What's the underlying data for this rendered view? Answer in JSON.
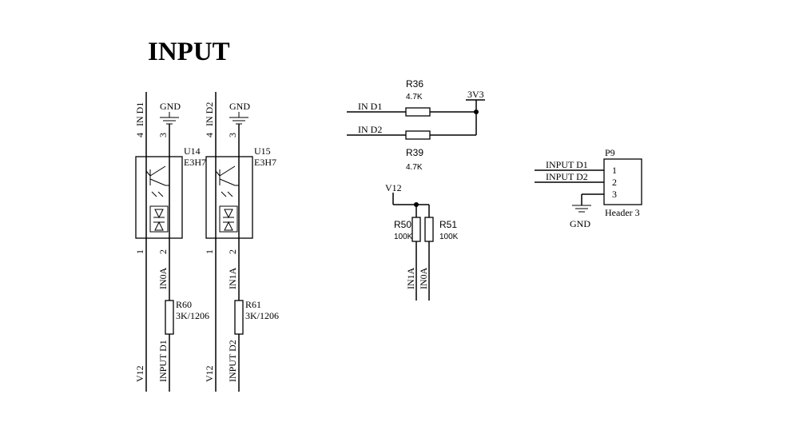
{
  "title": "INPUT",
  "optocouplers": [
    {
      "ref": "U14",
      "part": "E3H7",
      "gnd": "GND",
      "pin4": "4",
      "pin3": "3",
      "pin1": "1",
      "pin2": "2",
      "net_top": "IN D1",
      "net_anode": "IN0A",
      "net_k": "V12",
      "resistor": {
        "ref": "R60",
        "value": "3K/1206"
      },
      "net_bottom": "INPUT D1"
    },
    {
      "ref": "U15",
      "part": "E3H7",
      "gnd": "GND",
      "pin4": "4",
      "pin3": "3",
      "pin1": "1",
      "pin2": "2",
      "net_top": "IN D2",
      "net_anode": "IN1A",
      "net_k": "V12",
      "resistor": {
        "ref": "R61",
        "value": "3K/1206"
      },
      "net_bottom": "INPUT D2"
    }
  ],
  "pullups": {
    "rail": "3V3",
    "r36": {
      "ref": "R36",
      "value": "4.7K",
      "net": "IN D1"
    },
    "r39": {
      "ref": "R39",
      "value": "4.7K",
      "net": "IN D2"
    }
  },
  "pulldowns": {
    "rail": "V12",
    "r50": {
      "ref": "R50",
      "value": "100K",
      "net": "IN1A"
    },
    "r51": {
      "ref": "R51",
      "value": "100K",
      "net": "IN0A"
    }
  },
  "header": {
    "ref": "P9",
    "name": "Header 3",
    "pins": [
      "1",
      "2",
      "3"
    ],
    "nets": [
      "INPUT D1",
      "INPUT D2"
    ],
    "gnd": "GND"
  }
}
